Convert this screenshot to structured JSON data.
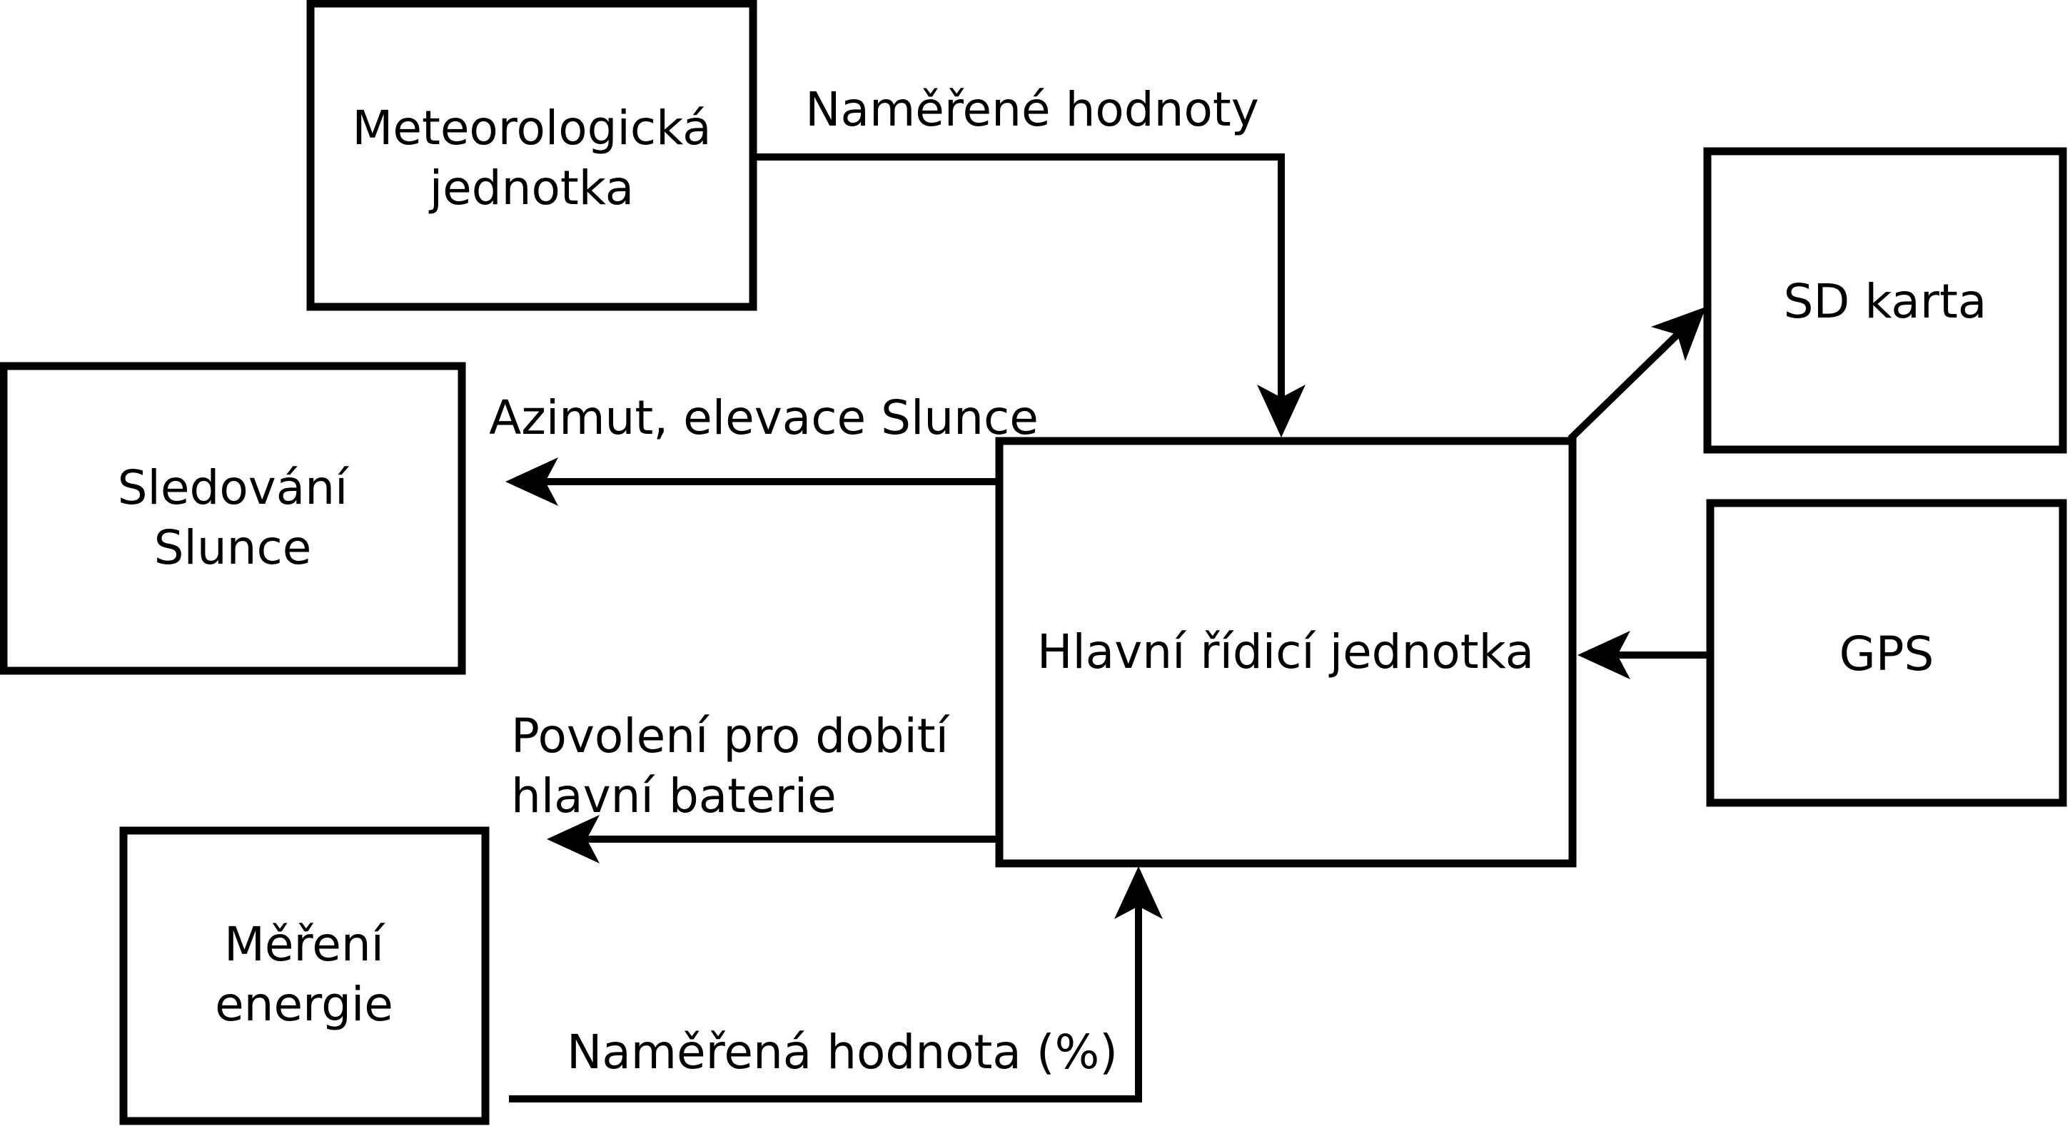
{
  "colors": {
    "ink": "#000000",
    "paper": "#ffffff"
  },
  "nodes": {
    "meteo": {
      "line1": "Meteorologická",
      "line2": "jednotka"
    },
    "sd_card": {
      "label": "SD karta"
    },
    "sun_tracking": {
      "line1": "Sledování",
      "line2": "Slunce"
    },
    "gps": {
      "label": "GPS"
    },
    "main_unit": {
      "label": "Hlavní řídicí jednotka"
    },
    "energy": {
      "line1": "Měření",
      "line2": "energie"
    }
  },
  "edges": {
    "measured_values": "Naměřené hodnoty",
    "azimuth": "Azimut, elevace Slunce",
    "charge_permission_line1": "Povolení pro dobití",
    "charge_permission_line2": "hlavní baterie",
    "measured_value_pct": "Naměřená hodnota (%)"
  }
}
